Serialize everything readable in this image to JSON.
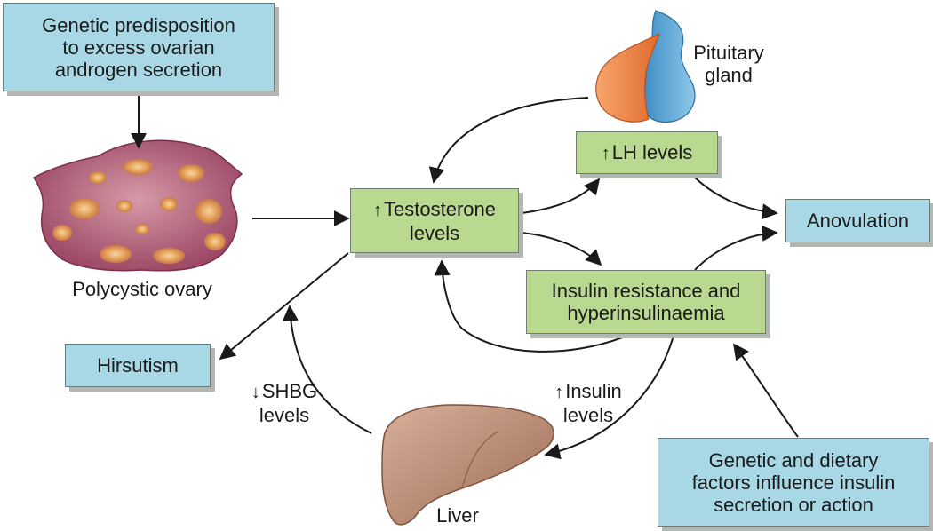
{
  "nodes": {
    "genetic_predisposition": [
      "Genetic predisposition",
      "to excess ovarian",
      "androgen secretion"
    ],
    "pituitary": [
      "Pituitary",
      "gland"
    ],
    "lh": "LH levels",
    "testosterone": [
      "Testosterone",
      "levels"
    ],
    "anovulation": "Anovulation",
    "polycystic_ovary": "Polycystic ovary",
    "insulin_resistance": [
      "Insulin resistance and",
      "hyperinsulinaemia"
    ],
    "hirsutism": "Hirsutism",
    "shbg": [
      "SHBG",
      "levels"
    ],
    "insulin_levels": [
      "Insulin",
      "levels"
    ],
    "liver": "Liver",
    "genetic_dietary": [
      "Genetic and dietary",
      "factors influence insulin",
      "secretion or action"
    ]
  },
  "colors": {
    "blue_box": "#a8d8e6",
    "green_box": "#b9d890",
    "ovary": "#a04a66",
    "ovary_follicle": "#e0a060",
    "liver": "#b07a5e",
    "pituitary_orange": "#f08a4a",
    "pituitary_blue": "#5aa6d6",
    "arrow": "#1a1a1a"
  },
  "icons": [
    "ovary-illustration",
    "pituitary-illustration",
    "liver-illustration"
  ]
}
